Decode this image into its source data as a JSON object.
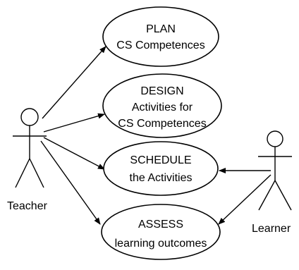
{
  "use_cases": [
    {
      "id": "plan",
      "lines": [
        "PLAN",
        "CS Competences"
      ]
    },
    {
      "id": "design",
      "lines": [
        "DESIGN",
        "Activities for",
        "CS Competences"
      ]
    },
    {
      "id": "schedule",
      "lines": [
        "SCHEDULE",
        "the Activities"
      ]
    },
    {
      "id": "assess",
      "lines": [
        "ASSESS",
        "learning outcomes"
      ]
    }
  ],
  "actors": {
    "teacher": {
      "label": "Teacher"
    },
    "learner": {
      "label": "Learner"
    }
  }
}
